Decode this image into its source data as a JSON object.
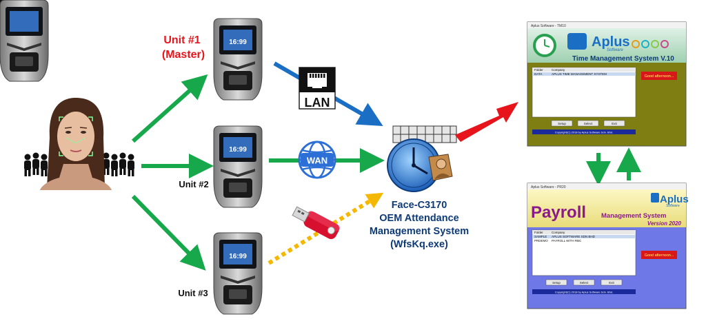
{
  "units": {
    "unit1_label": "Unit #1",
    "unit1_sub": "(Master)",
    "unit2_label": "Unit #2",
    "unit3_label": "Unit #3",
    "device_clock": "16:99"
  },
  "connections": {
    "lan_label": "LAN",
    "wan_label": "WAN"
  },
  "software": {
    "line1": "Face-C3170",
    "line2": "OEM Attendance",
    "line3": "Management System",
    "line4": "(WfsKq.exe)"
  },
  "tms_window": {
    "titlebar": "Aplus Software - TM10",
    "brand": "Aplus",
    "brand_sub": "Software",
    "system_name": "Time Management System V.10",
    "col_folder": "Folder",
    "col_company": "Company",
    "row_folder": "DATA",
    "row_company": "APLUS TIME MANAGEMENT SYSTEM",
    "greeting": "Good afternoon...",
    "btn1": "Setup",
    "btn2": "Select",
    "btn3": "Exit",
    "copyright": "Copyright(C) 2018 by Aplus Software Sdn. Bhd."
  },
  "payroll_window": {
    "titlebar": "Aplus Software - PR20",
    "brand": "Aplus",
    "brand_sub": "Software",
    "title_big": "Payroll",
    "title_small": "Management System",
    "version": "Version 2020",
    "col_folder": "Folder",
    "col_company": "Company",
    "row1_folder": "SAMPLE",
    "row1_company": "APLUS SOFTWARE SDN BHD",
    "row2_folder": "PRDEMO",
    "row2_company": "PAYROLL WITH RBC",
    "greeting": "Good afternoon...",
    "btn1": "Setup",
    "btn2": "Select",
    "btn3": "Exit",
    "copyright": "Copyright(C) 2018 by Aplus Software Sdn. Bhd."
  },
  "colors": {
    "green_arrow": "#16a84a",
    "red_arrow": "#e8141b",
    "blue_arrow": "#1a6fc4",
    "dotted_arrow": "#f5b800",
    "unit1_text": "#e8141b",
    "software_text": "#0d3a78",
    "tms_bg": "#7e7e12",
    "payroll_bg": "#6e78e6"
  }
}
